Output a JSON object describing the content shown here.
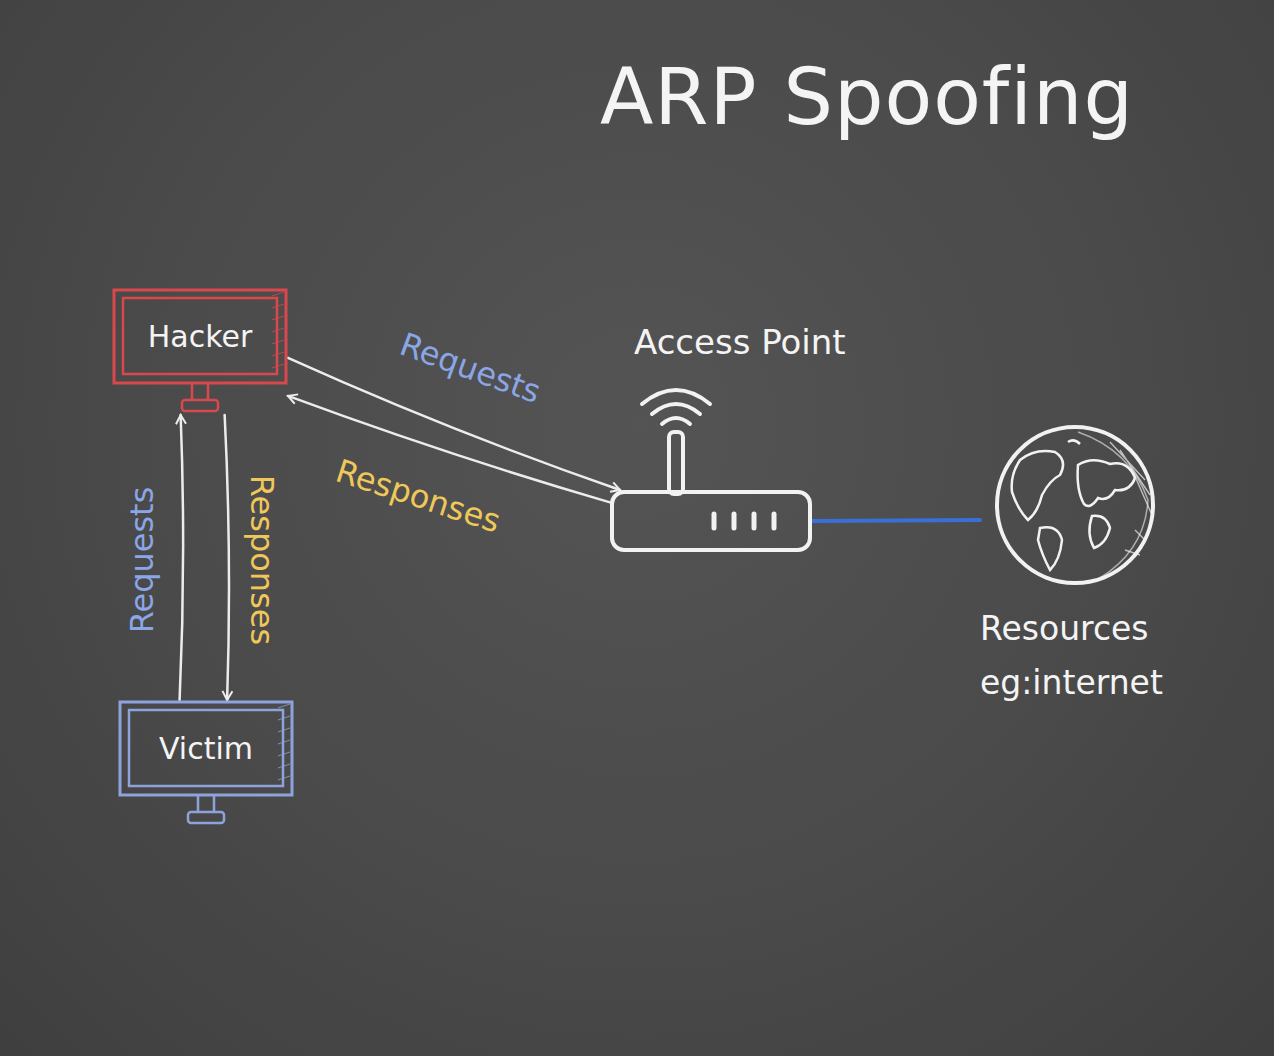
{
  "diagram": {
    "title": "ARP Spoofing",
    "nodes": [
      {
        "text": [
          "Hacker"
        ]
      },
      {
        "text": [
          "Access Point"
        ]
      },
      {
        "text": [
          "Resources eg:internet"
        ]
      },
      {
        "text": [
          "Victim"
        ]
      }
    ],
    "edges": [
      {
        "from": 0,
        "to": 1,
        "arrow": "to",
        "label": "Requests"
      },
      {
        "from": 1,
        "to": 0,
        "arrow": "to",
        "label": "Responses"
      },
      {
        "from": 1,
        "to": 2,
        "arrow": "none"
      },
      {
        "from": 3,
        "to": 0,
        "arrow": "to",
        "label": "Requests"
      },
      {
        "from": 0,
        "to": 3,
        "arrow": "to",
        "label": "Responses"
      }
    ]
  }
}
